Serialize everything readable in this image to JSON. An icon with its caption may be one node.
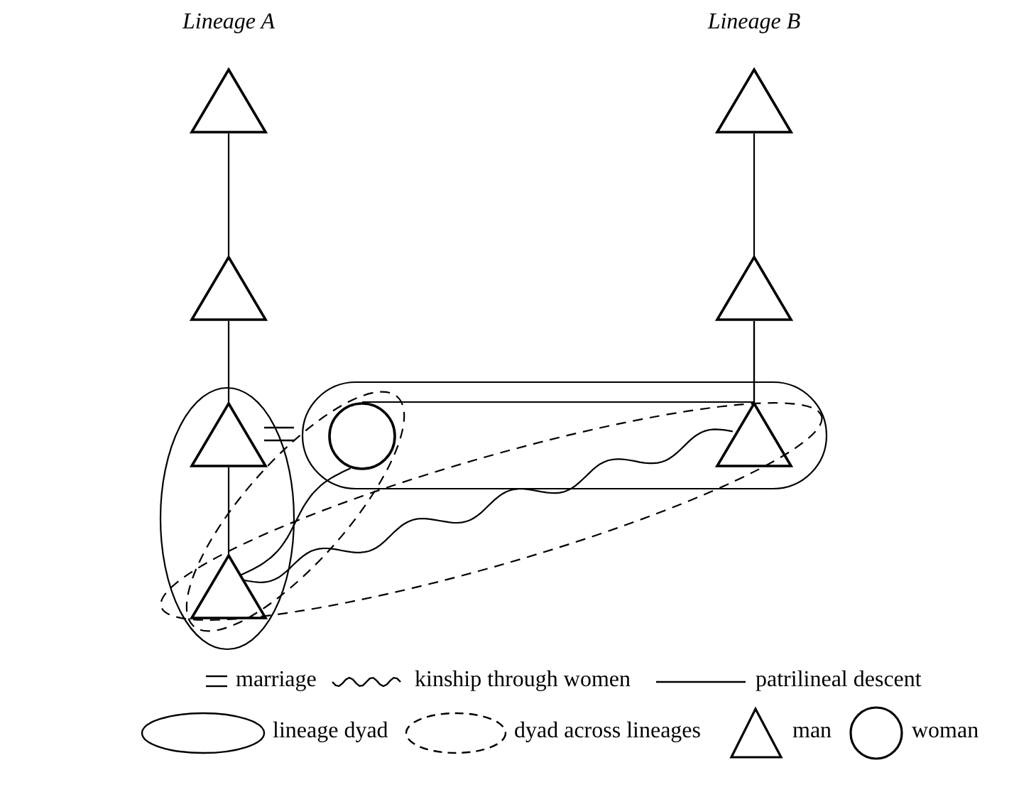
{
  "diagram": {
    "nodes": [
      {
        "text": [],
        "shape": "triangle"
      },
      {
        "text": [],
        "shape": "triangle"
      },
      {
        "text": [],
        "shape": "triangle"
      },
      {
        "text": [],
        "shape": "triangle"
      },
      {
        "text": [],
        "shape": "triangle"
      },
      {
        "text": [],
        "shape": "circle"
      },
      {
        "text": [],
        "shape": "triangle"
      },
      {
        "text": [],
        "shape": "triangle"
      }
    ],
    "edges": [
      {
        "from": 0,
        "to": 2,
        "arrow": "none"
      },
      {
        "from": 2,
        "to": 4,
        "arrow": "none"
      },
      {
        "from": 4,
        "to": 7,
        "arrow": "none"
      },
      {
        "from": 1,
        "to": 3,
        "arrow": "none"
      },
      {
        "from": 3,
        "to": 6,
        "arrow": "none"
      },
      {
        "from": 3,
        "to": 5,
        "arrow": "none"
      },
      {
        "from": 5,
        "to": 7,
        "arrow": "none"
      },
      {
        "from": 6,
        "to": 7,
        "arrow": "none"
      }
    ],
    "labels": [
      "Lineage A",
      "Lineage B"
    ],
    "legend": [
      {
        "text": "marriage"
      },
      {
        "text": "kinship through women"
      },
      {
        "text": "patrilineal descent"
      },
      {
        "text": "lineage dyad"
      },
      {
        "text": "dyad across lineages"
      },
      {
        "text": "man"
      },
      {
        "text": "woman"
      }
    ]
  }
}
